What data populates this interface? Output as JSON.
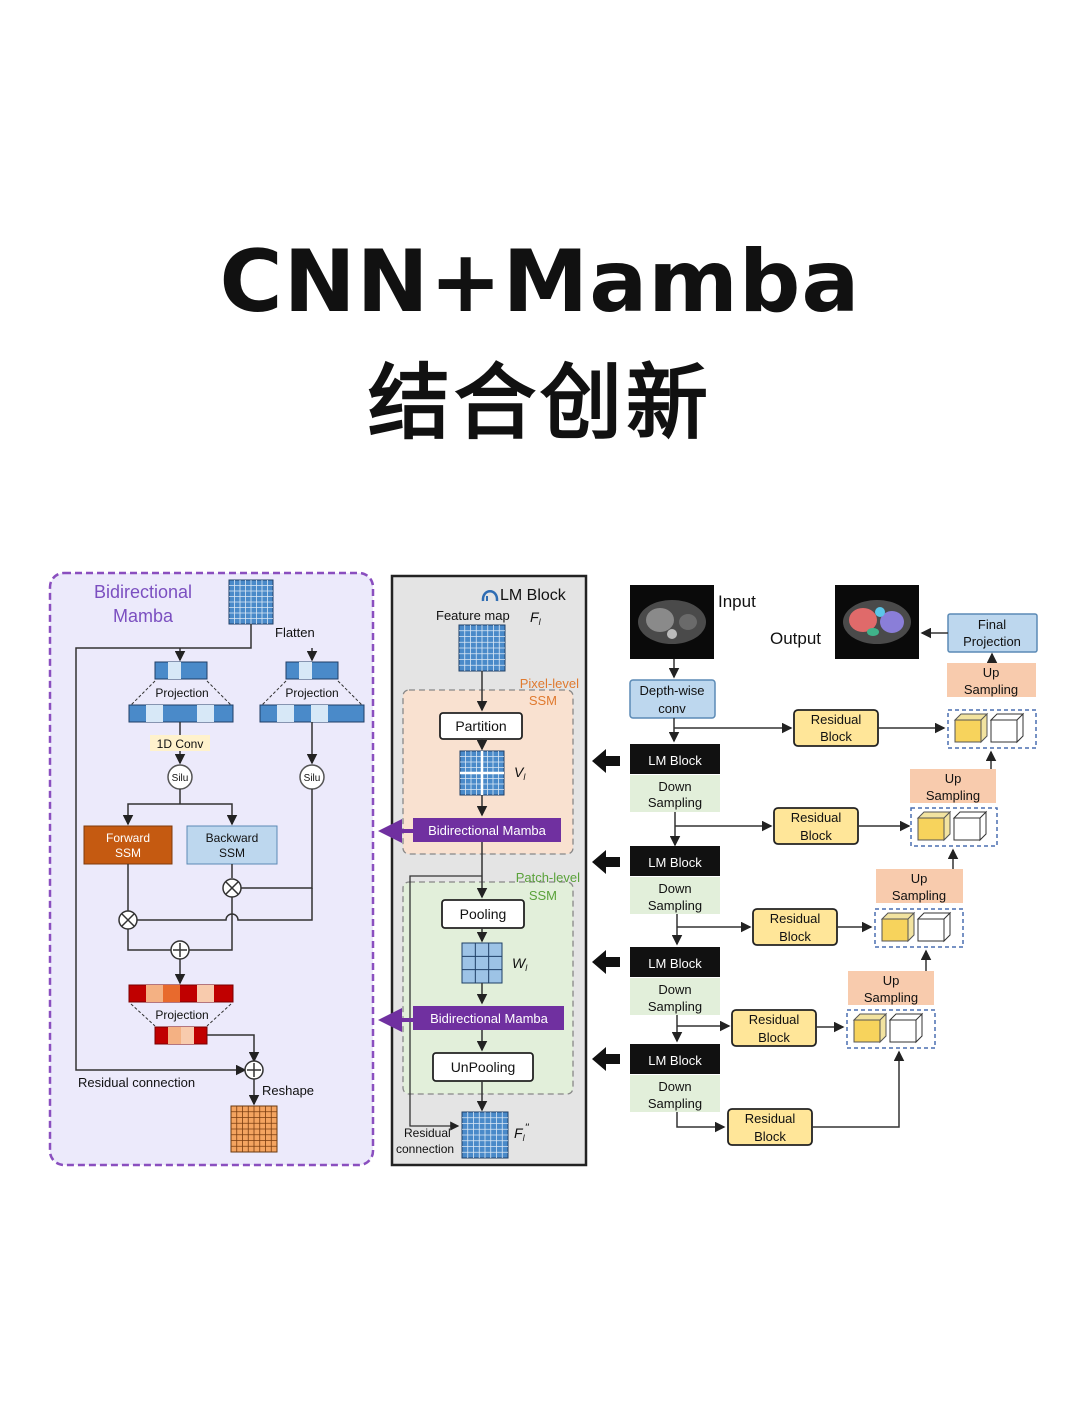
{
  "title_line1": "CNN+Mamba",
  "title_line2": "结合创新",
  "left_panel": {
    "title_line1": "Bidirectional",
    "title_line2": "Mamba",
    "flatten": "Flatten",
    "projection_left": "Projection",
    "projection_right": "Projection",
    "conv1d": "1D Conv",
    "silu_left": "Silu",
    "silu_right": "Silu",
    "forward_ssm_line1": "Forward",
    "forward_ssm_line2": "SSM",
    "backward_ssm_line1": "Backward",
    "backward_ssm_line2": "SSM",
    "projection_bottom": "Projection",
    "residual_connection": "Residual connection",
    "reshape": "Reshape"
  },
  "middle_panel": {
    "title": "LM Block",
    "feature_map": "Feature map",
    "feature_symbol": "F",
    "feature_sub": "l",
    "pixel_level_line1": "Pixel-level",
    "pixel_level_line2": "SSM",
    "partition": "Partition",
    "v_symbol": "V",
    "v_sub": "l",
    "bimamba_1": "Bidirectional Mamba",
    "patch_level_line1": "Patch-level",
    "patch_level_line2": "SSM",
    "pooling": "Pooling",
    "w_symbol": "W",
    "w_sub": "l",
    "bimamba_2": "Bidirectional Mamba",
    "unpooling": "UnPooling",
    "residual_line1": "Residual",
    "residual_line2": "connection",
    "out_symbol": "F",
    "out_sub": "l",
    "out_prime": "''"
  },
  "right_panel": {
    "input": "Input",
    "output": "Output",
    "final_projection_line1": "Final",
    "final_projection_line2": "Projection",
    "depthwise_line1": "Depth-wise",
    "depthwise_line2": "conv",
    "lm_block": "LM Block",
    "down_line1": "Down",
    "down_line2": "Sampling",
    "residual_line1": "Residual",
    "residual_line2": "Block",
    "up_line1": "Up",
    "up_line2": "Sampling"
  },
  "colors": {
    "left_bg": "#eceafb",
    "left_border": "#8a4fbf",
    "middle_bg": "#e4e4e4",
    "pixel_bg": "#f9e1d0",
    "patch_bg": "#e2efda",
    "bimamba": "#7030a0",
    "forward_ssm": "#c55a11",
    "backward_ssm": "#bdd7ee",
    "residual_block": "#ffe699",
    "up_sampling": "#f8cbad",
    "down_sampling": "#e2efda",
    "depthwise": "#bdd7ee",
    "grid_blue": "#4a8ac9",
    "grid_orange": "#f4a460"
  }
}
